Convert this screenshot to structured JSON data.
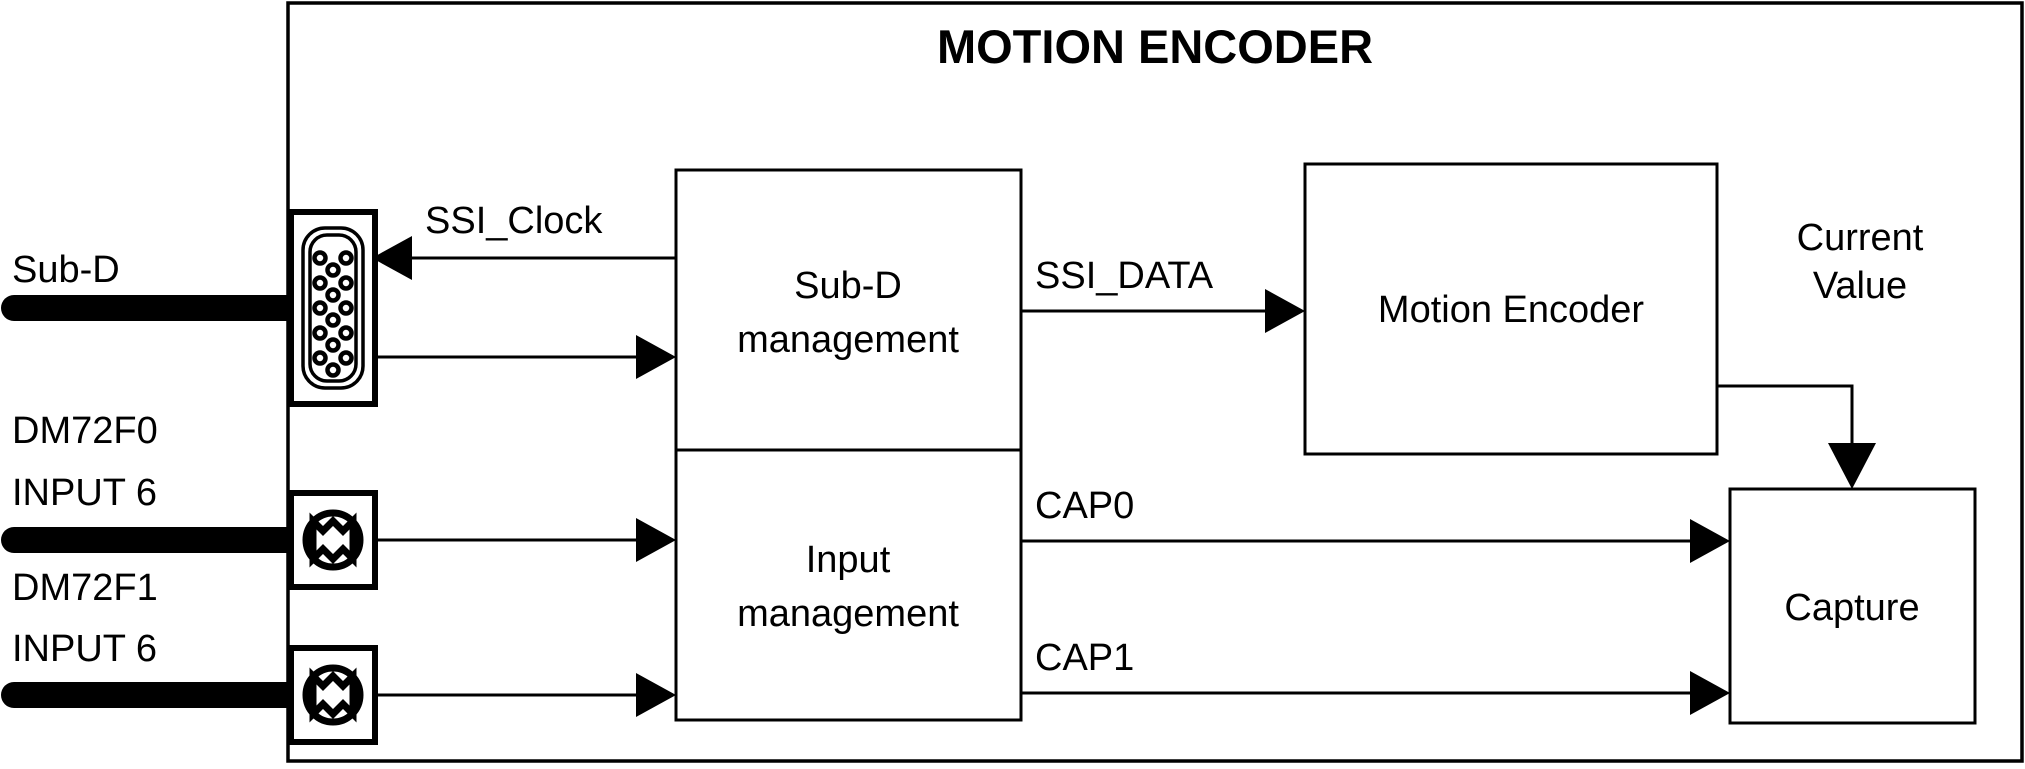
{
  "diagram": {
    "title": "MOTION ENCODER",
    "external_labels": [
      {
        "id": "sub-d",
        "text": "Sub-D"
      },
      {
        "id": "dm72f0-line1",
        "text": "DM72F0"
      },
      {
        "id": "dm72f0-line2",
        "text": "INPUT 6"
      },
      {
        "id": "dm72f1-line1",
        "text": "DM72F1"
      },
      {
        "id": "dm72f1-line2",
        "text": "INPUT 6"
      }
    ],
    "connectors": [
      {
        "id": "sub-d-connector",
        "type": "sub-d-connector-icon",
        "pins": 15
      },
      {
        "id": "input6-connector-0",
        "type": "circular-cross-connector-icon"
      },
      {
        "id": "input6-connector-1",
        "type": "circular-cross-connector-icon"
      }
    ],
    "blocks": [
      {
        "id": "sub-d-management",
        "line1": "Sub-D",
        "line2": "management"
      },
      {
        "id": "input-management",
        "line1": "Input",
        "line2": "management"
      },
      {
        "id": "motion-encoder",
        "line1": "Motion Encoder",
        "line2": ""
      },
      {
        "id": "capture",
        "line1": "Capture",
        "line2": ""
      }
    ],
    "signals": [
      {
        "id": "ssi-clock",
        "label": "SSI_Clock"
      },
      {
        "id": "ssi-data",
        "label": "SSI_DATA"
      },
      {
        "id": "cap0",
        "label": "CAP0"
      },
      {
        "id": "cap1",
        "label": "CAP1"
      },
      {
        "id": "current-value-line1",
        "label": "Current"
      },
      {
        "id": "current-value-line2",
        "label": "Value"
      }
    ],
    "colors": {
      "stroke": "#000000",
      "background": "#ffffff"
    }
  }
}
